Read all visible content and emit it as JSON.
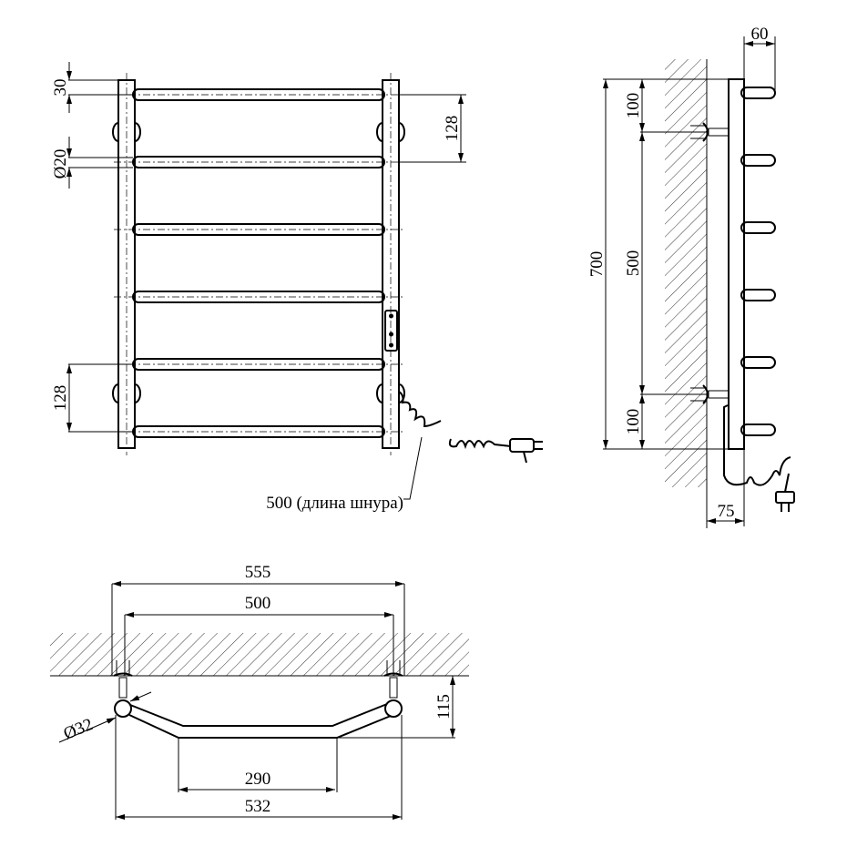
{
  "front_view": {
    "dim_top_offset": "30",
    "dim_tube_diameter": "Ø20",
    "dim_spacing_right": "128",
    "dim_spacing_left": "128",
    "cable_note": "500 (длина шнура)",
    "bar_count": 6
  },
  "side_view": {
    "dim_height": "700",
    "dim_top": "100",
    "dim_mount": "500",
    "dim_bottom": "100",
    "dim_depth_bars": "60",
    "dim_depth_wall": "75"
  },
  "top_view": {
    "dim_overall_width": "555",
    "dim_mount_width": "500",
    "dim_ball_diameter": "Ø32",
    "dim_projection": "115",
    "dim_flat": "290",
    "dim_width": "532"
  },
  "colors": {
    "line": "#000000",
    "background": "#ffffff"
  }
}
